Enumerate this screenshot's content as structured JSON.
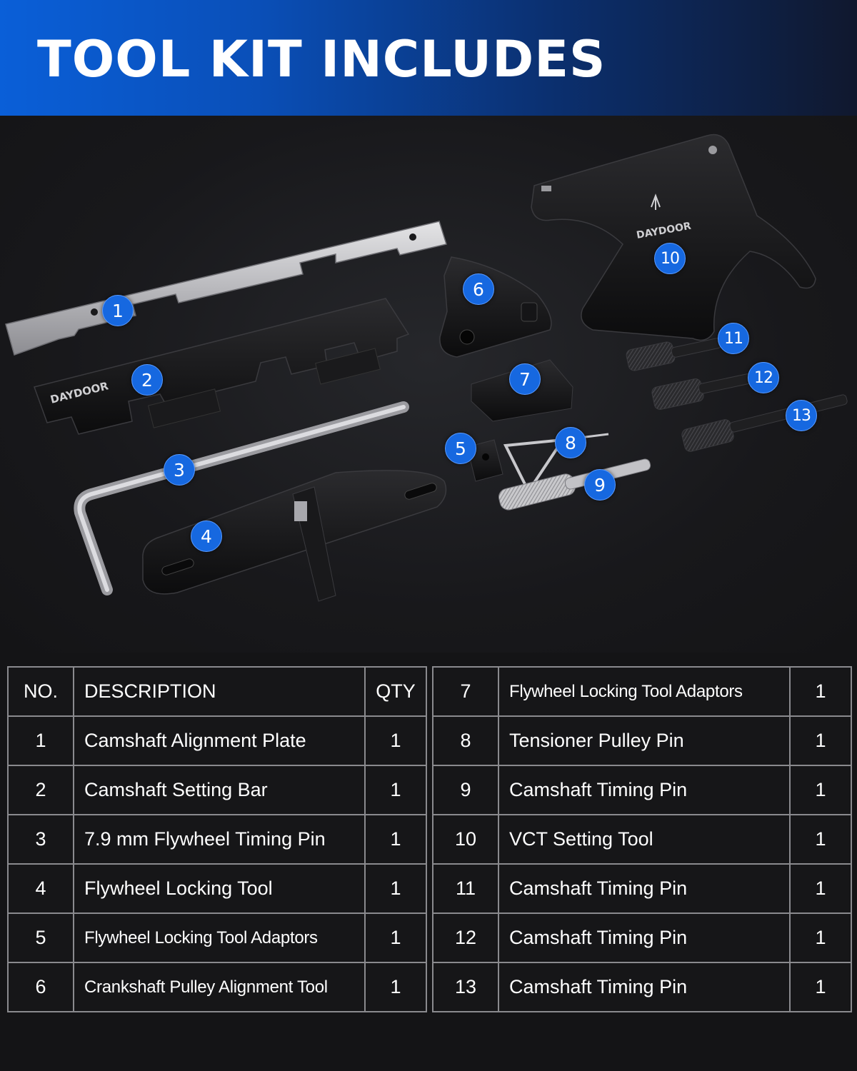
{
  "banner": {
    "title": "TOOL KIT INCLUDES"
  },
  "brand": {
    "logo_text": "DAYDOOR"
  },
  "callouts": [
    "1",
    "2",
    "3",
    "4",
    "5",
    "6",
    "7",
    "8",
    "9",
    "10",
    "11",
    "12",
    "13"
  ],
  "table": {
    "headers": {
      "no": "NO.",
      "description": "DESCRIPTION",
      "qty": "QTY"
    },
    "left_rows": [
      {
        "no": "1",
        "description": "Camshaft Alignment Plate",
        "qty": "1"
      },
      {
        "no": "2",
        "description": "Camshaft Setting Bar",
        "qty": "1"
      },
      {
        "no": "3",
        "description": "7.9 mm Flywheel Timing Pin",
        "qty": "1"
      },
      {
        "no": "4",
        "description": "Flywheel Locking Tool",
        "qty": "1"
      },
      {
        "no": "5",
        "description": "Flywheel Locking Tool Adaptors",
        "qty": "1"
      },
      {
        "no": "6",
        "description": "Crankshaft Pulley Alignment Tool",
        "qty": "1"
      }
    ],
    "right_rows": [
      {
        "no": "7",
        "description": "Flywheel Locking Tool Adaptors",
        "qty": "1"
      },
      {
        "no": "8",
        "description": "Tensioner Pulley Pin",
        "qty": "1"
      },
      {
        "no": "9",
        "description": "Camshaft Timing Pin",
        "qty": "1"
      },
      {
        "no": "10",
        "description": "VCT Setting Tool",
        "qty": "1"
      },
      {
        "no": "11",
        "description": "Camshaft Timing Pin",
        "qty": "1"
      },
      {
        "no": "12",
        "description": "Camshaft Timing Pin",
        "qty": "1"
      },
      {
        "no": "13",
        "description": "Camshaft Timing Pin",
        "qty": "1"
      }
    ]
  },
  "colors": {
    "accent": "#1668e0",
    "banner_start": "#0a5fd8",
    "background": "#141416",
    "grid": "#8a8a8e"
  }
}
